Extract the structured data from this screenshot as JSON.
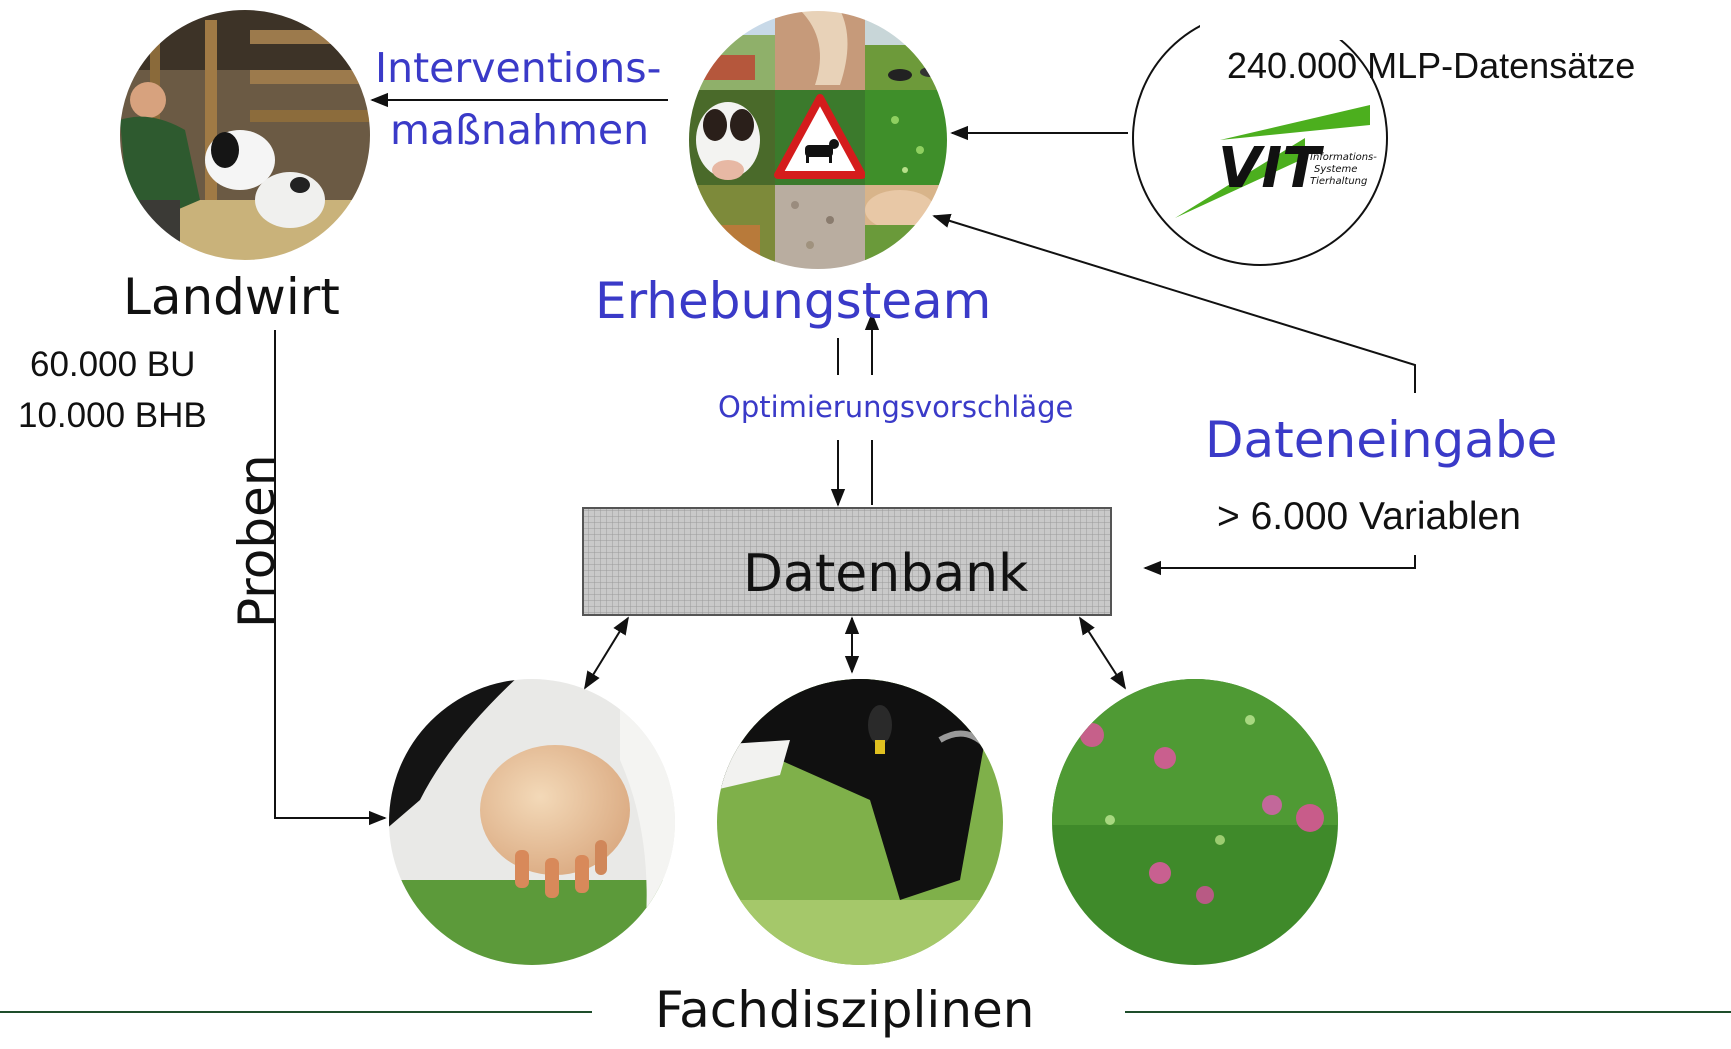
{
  "nodes": {
    "landwirt": {
      "label": "Landwirt",
      "photo_icon": "farmer-with-calf-photo"
    },
    "erhebungsteam": {
      "label": "Erhebungsteam",
      "photo_icon": "photo-collage-cows-grassland"
    },
    "vit": {
      "label": "240.000 MLP-Datensätze",
      "logo_text": "VIT",
      "logo_subtext": [
        "Informations-",
        "Systeme",
        "Tierhaltung"
      ]
    },
    "datenbank": {
      "label": "Datenbank"
    },
    "fachdisziplinen": {
      "label": "Fachdisziplinen",
      "photos": [
        "udder-photo",
        "grazing-cow-photo",
        "clover-grassland-photo"
      ]
    }
  },
  "edges": {
    "interventions_line1": "Interventions-",
    "interventions_line2": "maßnahmen",
    "optimierung": "Optimierungsvorschläge",
    "dateneingabe": "Dateneingabe",
    "variablen": "> 6.000 Variablen",
    "proben": "Proben",
    "bu": "60.000 BU",
    "bhb": "10.000 BHB"
  },
  "colors": {
    "accent_blue": "#3a3ac8",
    "footer_line": "#1e4d2b",
    "datenbank_fill": "#c8c8c8",
    "vit_green": "#4caf1e"
  }
}
